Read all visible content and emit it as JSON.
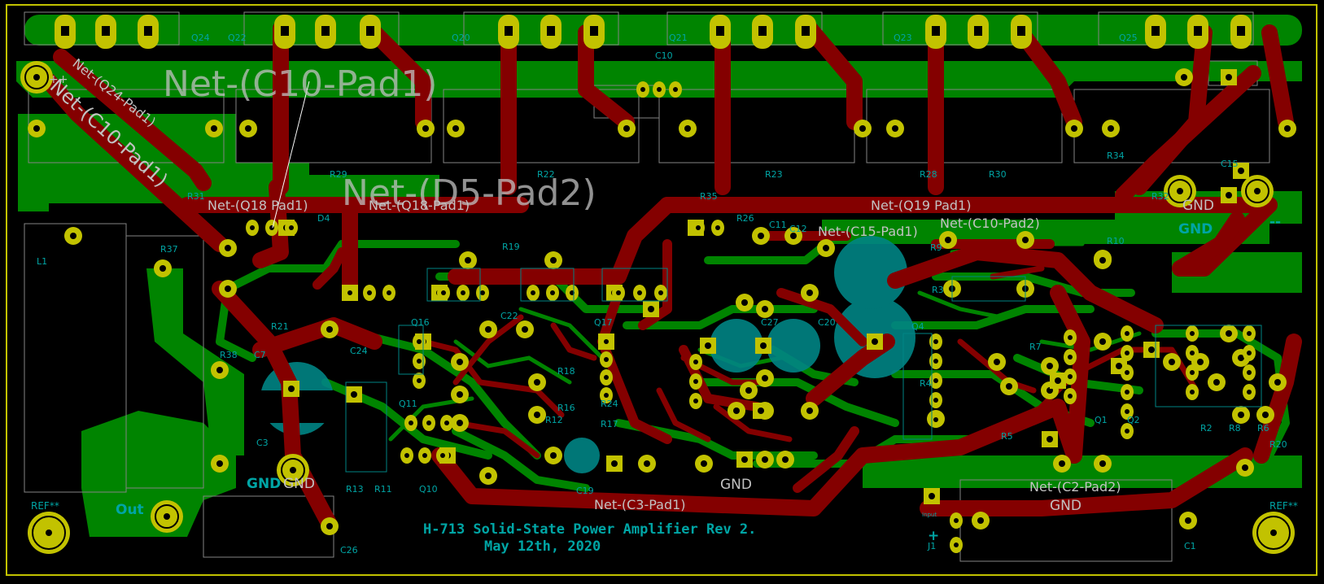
{
  "board": {
    "title_line1": "H-713 Solid-State Power Amplifier Rev 2.",
    "title_line2": "May 12th, 2020",
    "colors": {
      "background": "#000000",
      "fcu_copper": "#840000",
      "bcu_copper": "#008400",
      "pad": "#c2c200",
      "silk": "#008484",
      "fab": "#848484",
      "edge": "#c2c200",
      "net_label": "#c2c2c2"
    }
  },
  "net_labels": {
    "big_c10_pad1": "Net-(C10-Pad1)",
    "big_d5_pad2": "Net-(D5-Pad2)",
    "diag_q24_pad1": "Net-(Q24-Pad1)",
    "diag_c10_pad1": "Net-(C10-Pad1)",
    "q18_pad1_a": "Net-(Q18 Pad1)",
    "q18_pad1_b": "Net-(Q18-Pad1)",
    "q19_pad1": "Net-(Q19 Pad1)",
    "c10_pad2": "Net-(C10-Pad2)",
    "c15_pad1": "Net-(C15-Pad1)",
    "c2_pad2": "Net-(C2-Pad2)",
    "c3_pad1": "Net-(C3-Pad1)"
  },
  "gnd_labels": {
    "left_a": "GND",
    "left_b": "GND",
    "mid": "GND",
    "right_top_a": "GND",
    "right_top_b": "GND",
    "bottom_right": "GND",
    "bottom_mid": "GND"
  },
  "misc_labels": {
    "out": "Out",
    "input": "Input",
    "plus_left": "+",
    "plus_right": "+",
    "minus_right": "--",
    "ref_left": "REF**",
    "ref_right": "REF**",
    "plus_top": "++"
  },
  "references": {
    "Q24": "Q24",
    "Q22": "Q22",
    "Q20": "Q20",
    "Q21": "Q21",
    "Q23": "Q23",
    "Q25": "Q25",
    "C10": "C10",
    "R31": "R31",
    "R29": "R29",
    "R22": "R22",
    "R23": "R23",
    "R28": "R28",
    "R30": "R30",
    "R34": "R34",
    "R32": "R32",
    "R35": "R35",
    "R26": "R26",
    "R19": "R19",
    "D4": "D4",
    "L1": "L1",
    "R37": "R37",
    "R21": "R21",
    "C24": "C24",
    "C7": "C7",
    "R38": "R38",
    "C3": "C3",
    "R13": "R13",
    "R11": "R11",
    "Q10": "Q10",
    "Q11": "Q11",
    "Q16": "Q16",
    "C22": "C22",
    "Q17": "Q17",
    "R24": "R24",
    "R17": "R17",
    "C19": "C19",
    "C27": "C27",
    "C20": "C20",
    "Q4": "Q4",
    "R3": "R3",
    "R10": "R10",
    "R7": "R7",
    "Q1": "Q1",
    "Q2": "Q2",
    "R2": "R2",
    "R8": "R8",
    "R6": "R6",
    "R20": "R20",
    "R9": "R9",
    "J1": "J1",
    "C1": "C1",
    "C26": "C26",
    "R18": "R18",
    "R16": "R16",
    "R12": "R12",
    "C11": "C11",
    "C12": "C12",
    "C15": "C15",
    "R4": "R4",
    "R5": "R5"
  }
}
